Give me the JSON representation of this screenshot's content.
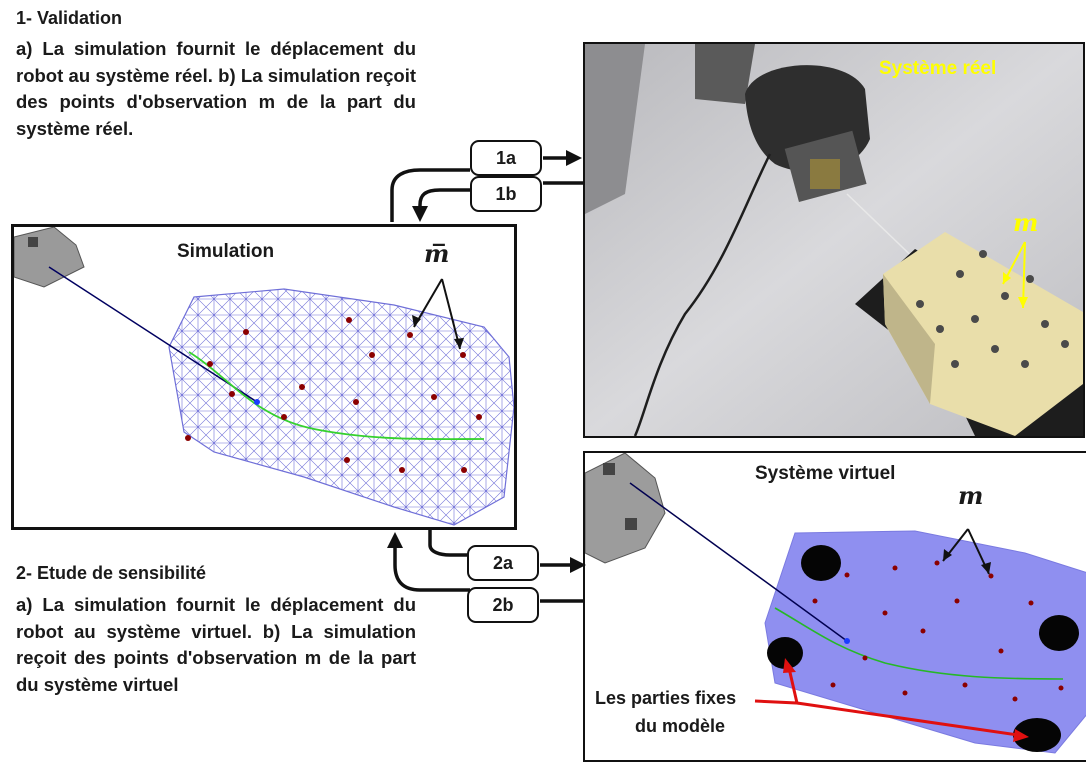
{
  "section1": {
    "heading": "1- Validation",
    "description": "a) La simulation fournit le déplacement du robot au système réel. b) La simulation reçoit des points d'observation m de la part du système réel."
  },
  "section2": {
    "heading": "2- Etude de sensibilité",
    "description": "a) La simulation fournit le déplacement du robot au système virtuel. b) La simulation reçoit des points d'observation m de la part du système virtuel"
  },
  "arrows": {
    "a1": "1a",
    "b1": "1b",
    "a2": "2a",
    "b2": "2b"
  },
  "simulation": {
    "title": "Simulation",
    "marker_label": "m̅"
  },
  "real_system": {
    "title": "Système réel",
    "marker_label": "m"
  },
  "virtual_system": {
    "title": "Système virtuel",
    "marker_label": "m",
    "fixed_parts_label_line1": "Les parties fixes",
    "fixed_parts_label_line2": "du modèle"
  },
  "colors": {
    "accent_yellow": "#ffff00",
    "mesh_blue": "#6f6fd8",
    "dot_red": "#8b0000",
    "curve_green": "#35d12e",
    "arrow_red": "#e01010",
    "virtual_surface": "#8f8ff0"
  }
}
